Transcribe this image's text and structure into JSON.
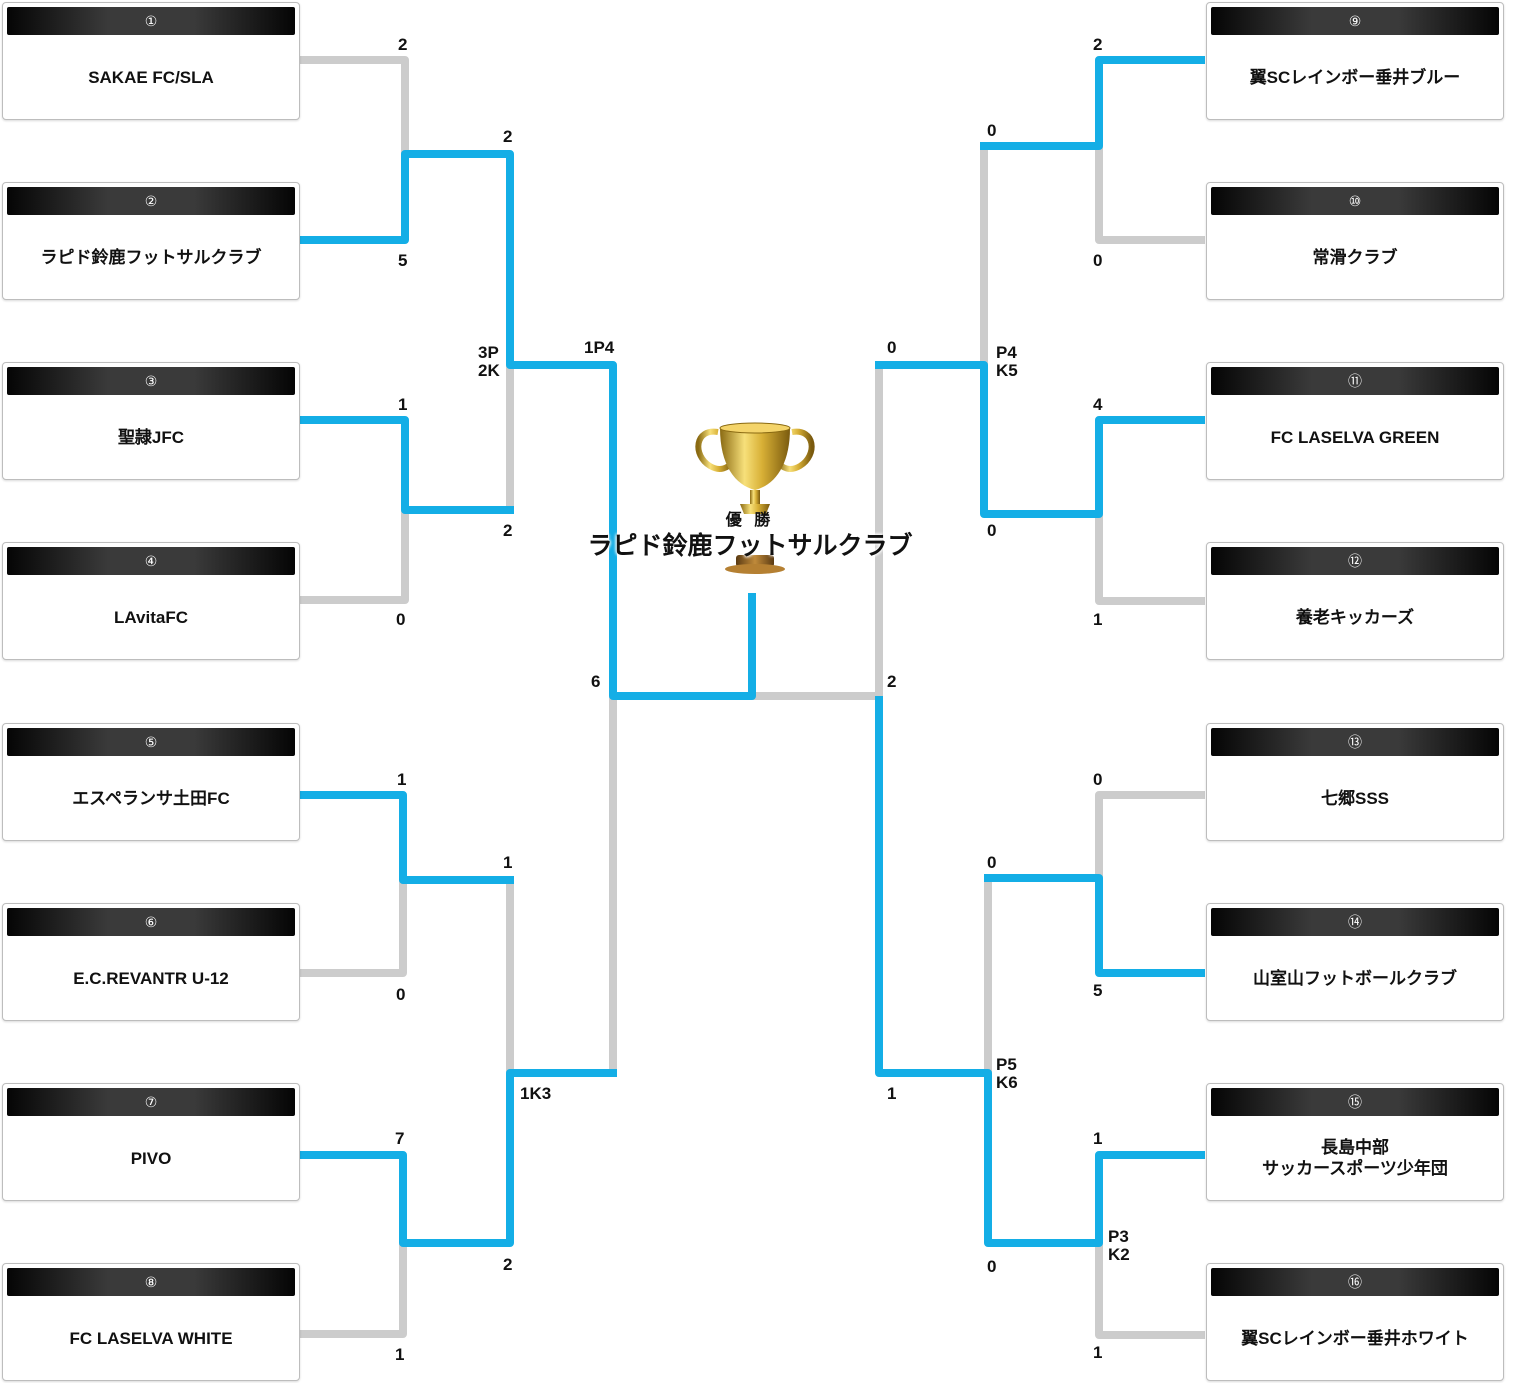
{
  "teams": [
    {
      "seed": "①",
      "name": "SAKAE FC/SLA"
    },
    {
      "seed": "②",
      "name": "ラピド鈴鹿フットサルクラブ"
    },
    {
      "seed": "③",
      "name": "聖隷JFC"
    },
    {
      "seed": "④",
      "name": "LAvitaFC"
    },
    {
      "seed": "⑤",
      "name": "エスペランサ土田FC"
    },
    {
      "seed": "⑥",
      "name": "E.C.REVANTR U-12"
    },
    {
      "seed": "⑦",
      "name": "PIVO"
    },
    {
      "seed": "⑧",
      "name": "FC LASELVA WHITE"
    },
    {
      "seed": "⑨",
      "name": "翼SCレインボー垂井ブルー"
    },
    {
      "seed": "⑩",
      "name": "常滑クラブ"
    },
    {
      "seed": "⑪",
      "name": "FC LASELVA GREEN"
    },
    {
      "seed": "⑫",
      "name": "養老キッカーズ"
    },
    {
      "seed": "⑬",
      "name": "七郷SSS"
    },
    {
      "seed": "⑭",
      "name": "山室山フットボールクラブ"
    },
    {
      "seed": "⑮",
      "name": "長島中部\nサッカースポーツ少年団"
    },
    {
      "seed": "⑯",
      "name": "翼SCレインボー垂井ホワイト"
    }
  ],
  "scores": {
    "r1_m1_a": "2",
    "r1_m1_b": "5",
    "r1_m2_a": "1",
    "r1_m2_b": "0",
    "r1_m3_a": "1",
    "r1_m3_b": "0",
    "r1_m4_a": "7",
    "r1_m4_b": "1",
    "r1_m5_a": "2",
    "r1_m5_b": "0",
    "r1_m6_a": "4",
    "r1_m6_b": "1",
    "r1_m7_a": "0",
    "r1_m7_b": "5",
    "r1_m8_a": "1",
    "r1_m8_b": "1",
    "r2_m1_a": "2",
    "r2_m1_b": "2",
    "r2_m1_pk": "3P\n2K",
    "r2_m2_a": "1",
    "r2_m2_b": "2",
    "r2_m3_a": "0",
    "r2_m3_b": "0",
    "r2_m3_pk": "P4\nK5",
    "r2_m4_a": "0",
    "r2_m4_b": "0",
    "r2_m4_pk": "P3\nK2",
    "sf_left_a": "1P4",
    "sf_left_b": "1K3",
    "sf_right_a": "0",
    "sf_right_b": "1",
    "sf_right_pk": "P5\nK6",
    "final_left": "6",
    "final_right": "2"
  },
  "champion": {
    "label": "優 勝",
    "name": "ラピド鈴鹿フットサルクラブ"
  },
  "colors": {
    "winner": "#14aee6",
    "loser": "#cccccc"
  }
}
